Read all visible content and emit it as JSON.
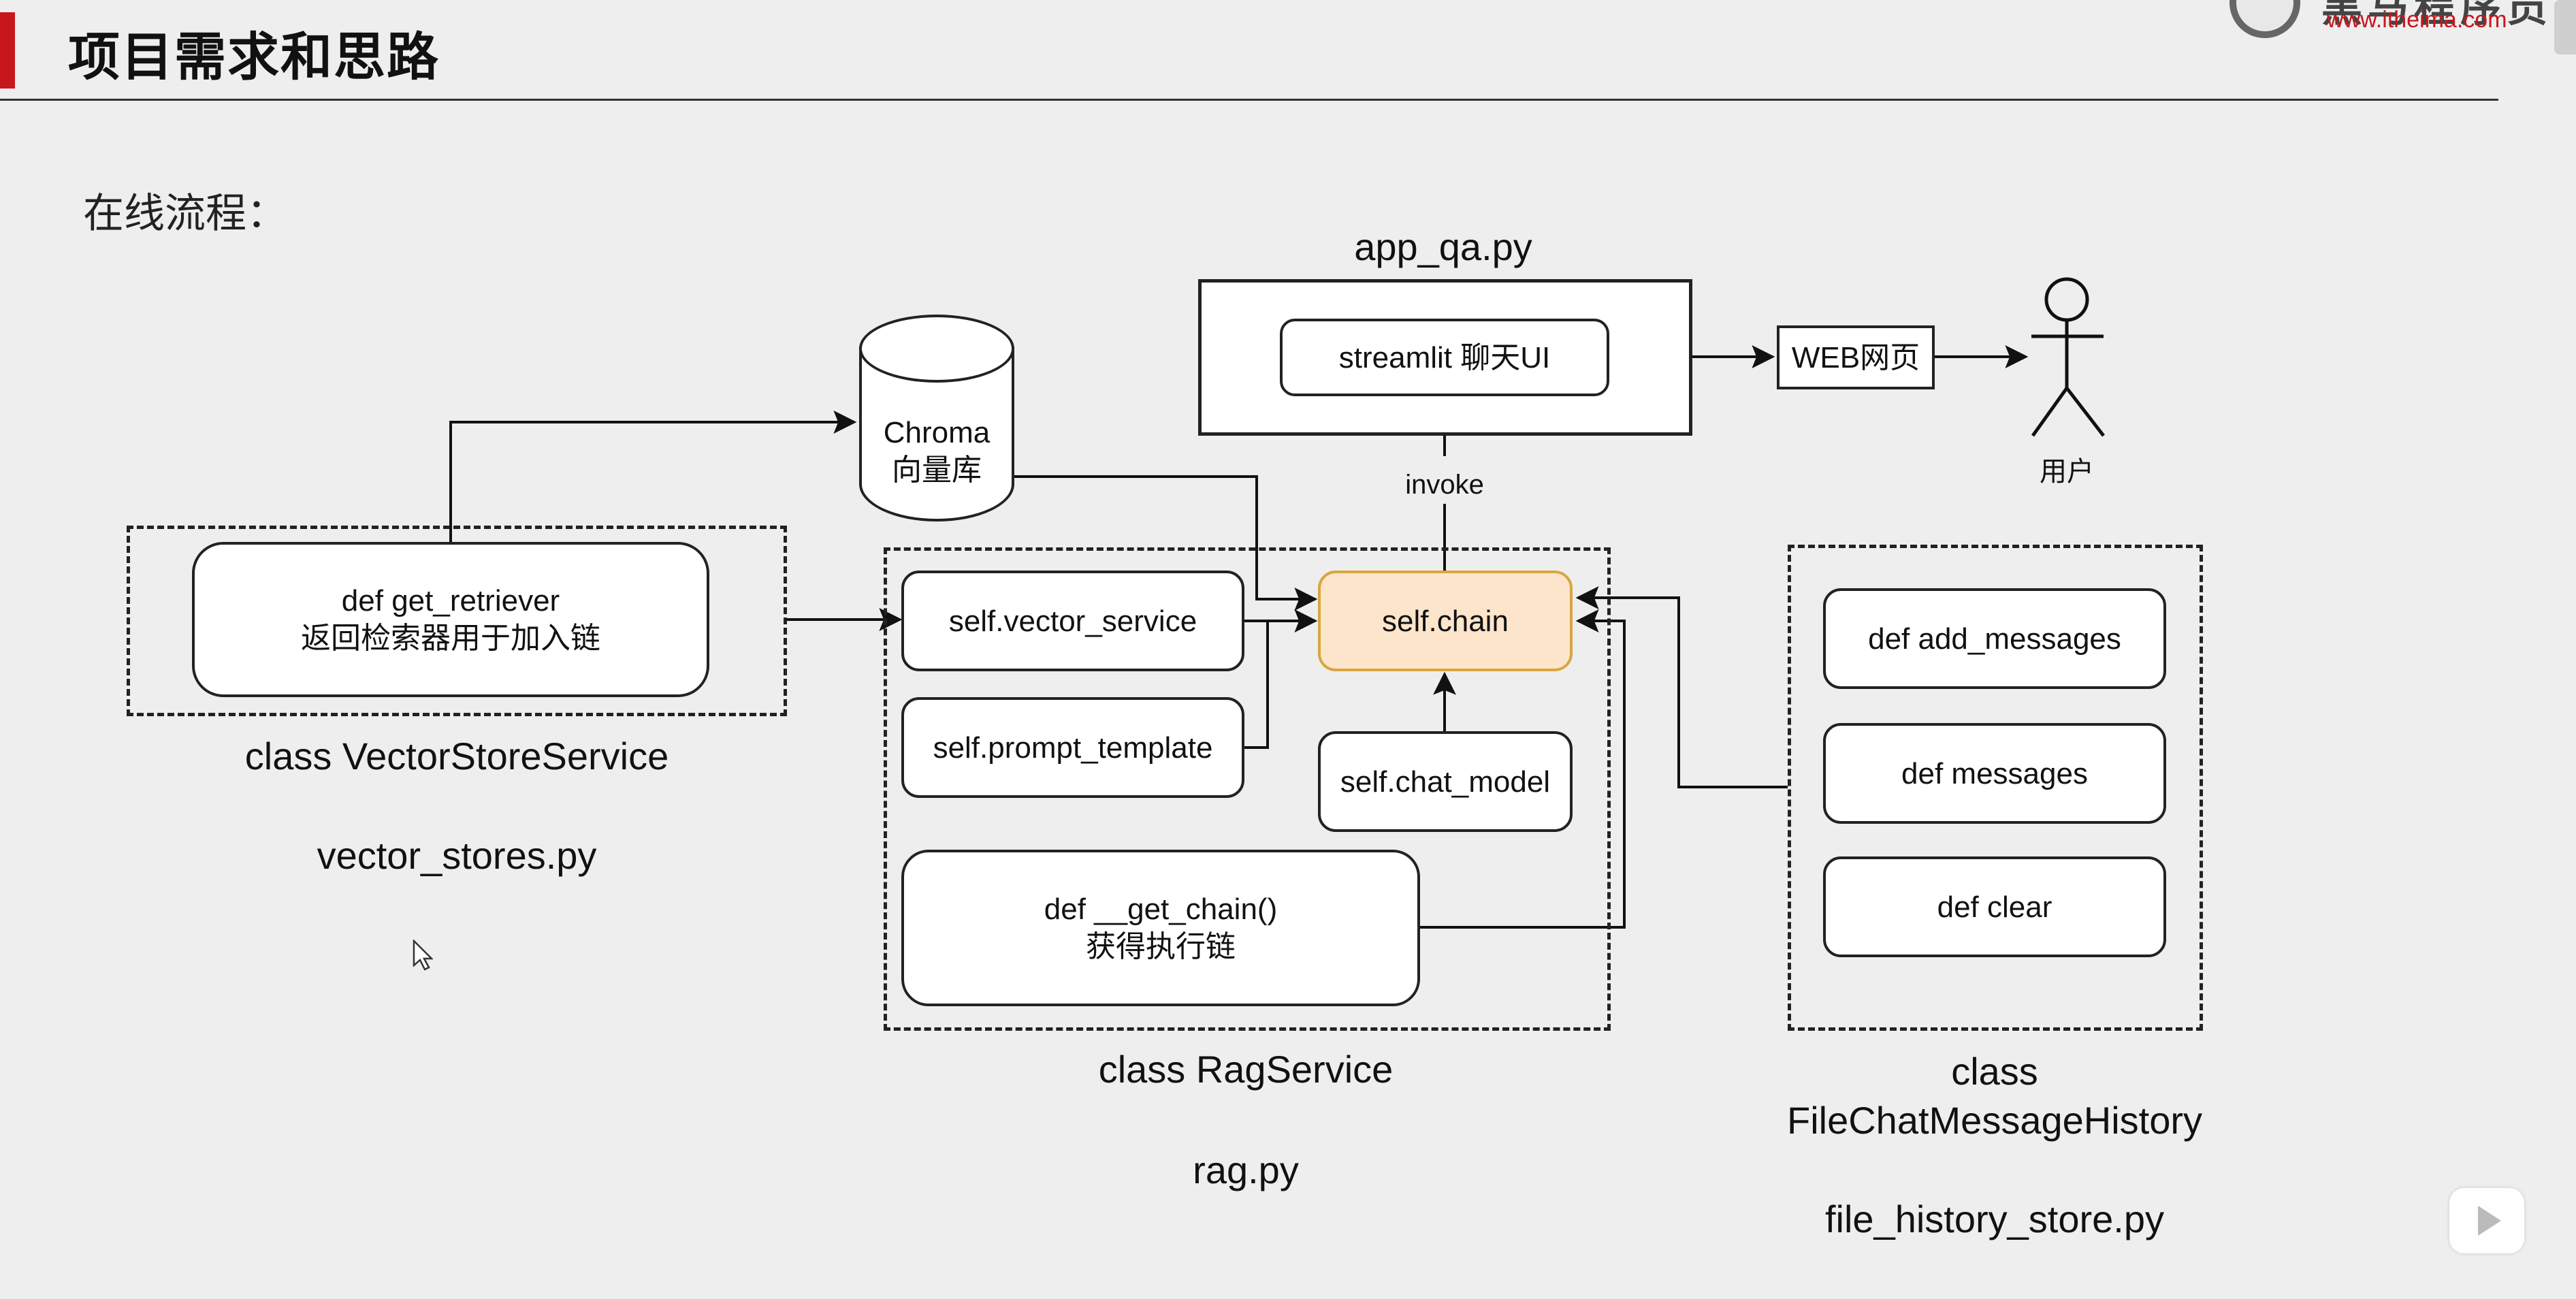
{
  "header": {
    "title": "项目需求和思路",
    "logo_text": "黑马程序员",
    "logo_url": "www.itheima.com"
  },
  "section_label": "在线流程：",
  "diagram": {
    "app_qa": {
      "file": "app_qa.py",
      "streamlit_box": "streamlit 聊天UI",
      "web_box": "WEB网页",
      "user_label": "用户",
      "invoke_label": "invoke"
    },
    "chroma": {
      "label": "Chroma\n向量库"
    },
    "vector_store": {
      "method": "def get_retriever\n返回检索器用于加入链",
      "class_label": "class VectorStoreService",
      "file": "vector_stores.py"
    },
    "rag": {
      "vector_service": "self.vector_service",
      "prompt_template": "self.prompt_template",
      "chain": "self.chain",
      "chat_model": "self.chat_model",
      "get_chain": "def __get_chain()\n获得执行链",
      "class_label": "class RagService",
      "file": "rag.py"
    },
    "history": {
      "add_messages": "def add_messages",
      "messages": "def messages",
      "clear": "def clear",
      "class_label": "class\nFileChatMessageHistory",
      "file": "file_history_store.py"
    }
  },
  "colors": {
    "accent": "#c8161d",
    "chain_fill": "#fde5cc",
    "chain_border": "#d8a640"
  }
}
